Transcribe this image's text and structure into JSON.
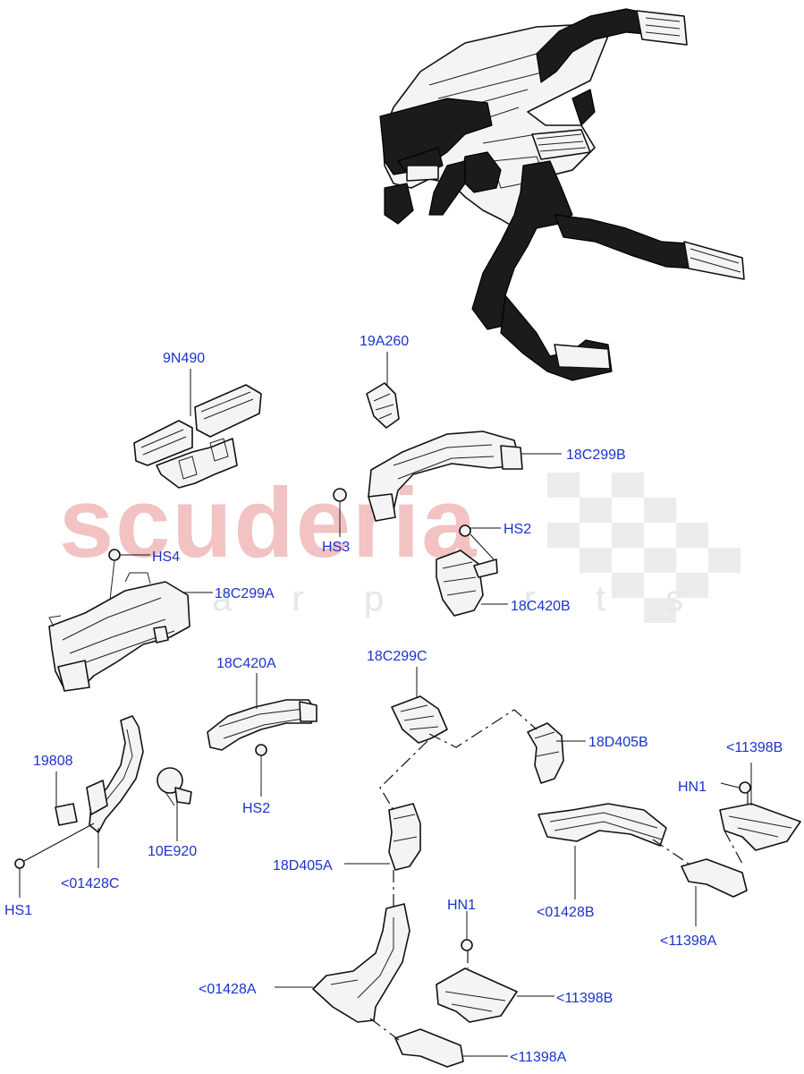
{
  "watermark": {
    "brand": "scuderia",
    "sub": "c a r p a r t s"
  },
  "labels": {
    "l_9N490": "9N490",
    "l_19A260": "19A260",
    "l_18C299B": "18C299B",
    "l_HS3": "HS3",
    "l_HS2_top": "HS2",
    "l_HS4": "HS4",
    "l_18C299A": "18C299A",
    "l_18C420B": "18C420B",
    "l_18C420A": "18C420A",
    "l_18C299C": "18C299C",
    "l_18D405B": "18D405B",
    "l_11398B_right": "<11398B",
    "l_HN1_right": "HN1",
    "l_19808": "19808",
    "l_10E920": "10E920",
    "l_HS2_mid": "HS2",
    "l_18D405A": "18D405A",
    "l_01428C": "<01428C",
    "l_HS1": "HS1",
    "l_01428B": "<01428B",
    "l_11398A_right": "<11398A",
    "l_HN1_bottom": "HN1",
    "l_01428A": "<01428A",
    "l_11398B_bottom": "<11398B",
    "l_11398A_bottom": "<11398A"
  },
  "colors": {
    "label": "#1a33cc",
    "watermark_red": "#f3c2c2",
    "watermark_grey": "#e6e6e6"
  }
}
